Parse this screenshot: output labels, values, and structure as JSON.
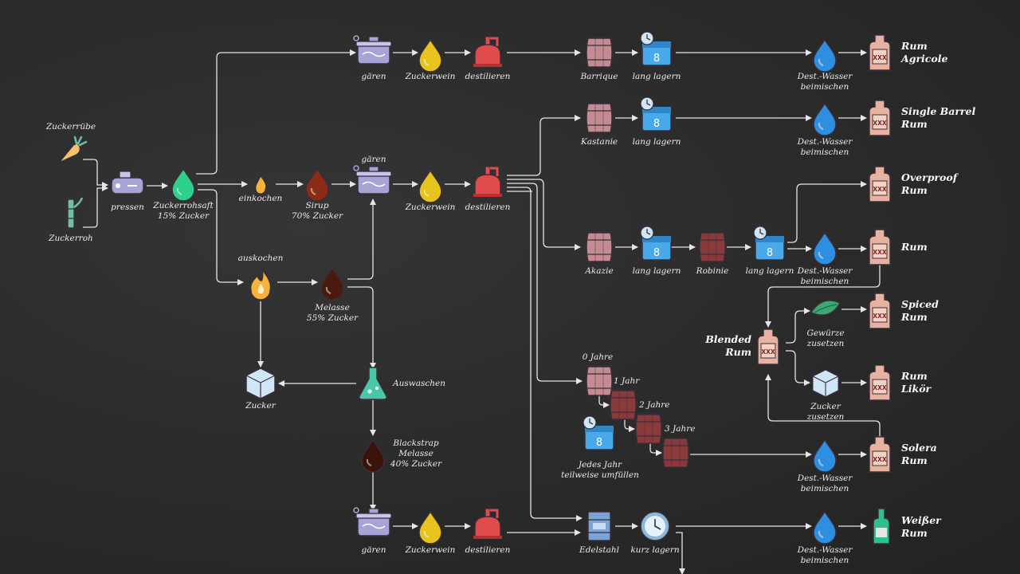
{
  "labels": {
    "zuckerruebe": "Zuckerrübe",
    "zuckerrohr": "Zuckerroh",
    "pressen": "pressen",
    "zuckerrohsaft": "Zuckerrohsaft\n15% Zucker",
    "einkochen": "einkochen",
    "sirup": "Sirup\n70% Zucker",
    "gaeren_top": "gären",
    "zuckerwein_top": "Zuckerwein",
    "destillieren_top": "destilieren",
    "gaeren_mid": "gären",
    "zuckerwein_mid": "Zuckerwein",
    "destillieren_mid": "destilieren",
    "auskochen": "auskochen",
    "melasse": "Melasse\n55% Zucker",
    "zucker": "Zucker",
    "auswaschen": "Auswaschen",
    "blackstrap": "Blackstrap\nMelasse\n40% Zucker",
    "gaeren_bot": "gären",
    "zuckerwein_bot": "Zuckerwein",
    "destillieren_bot": "destilieren",
    "barrique": "Barrique",
    "lang_lagern_1": "lang lagern",
    "kastanie": "Kastanie",
    "lang_lagern_2": "lang lagern",
    "akazie": "Akazie",
    "lang_lagern_3": "lang lagern",
    "robinie": "Robinie",
    "lang_lagern_4": "lang lagern",
    "dest_wasser_1": "Dest.-Wasser\nbeimischen",
    "dest_wasser_2": "Dest.-Wasser\nbeimischen",
    "dest_wasser_3": "Dest.-Wasser\nbeimischen",
    "dest_wasser_4": "Dest.-Wasser\nbeimischen",
    "dest_wasser_5": "Dest.-Wasser\nbeimischen",
    "jahre_0": "0 Jahre",
    "jahre_1": "1 Jahr",
    "jahre_2": "2 Jahre",
    "jahre_3": "3 Jahre",
    "jedes_jahr": "Jedes Jahr\nteilweise umfüllen",
    "gewuerze": "Gewürze\nzusetzen",
    "zucker_zusetzen": "Zucker\nzusetzen",
    "edelstahl": "Edelstahl",
    "kurz_lagern": "kurz lagern"
  },
  "products": {
    "agricole": "Rum\nAgricole",
    "single_barrel": "Single Barrel\nRum",
    "overproof": "Overproof\nRum",
    "rum": "Rum",
    "blended": "Blended\nRum",
    "spiced": "Spiced\nRum",
    "likoer": "Rum\nLikör",
    "solera": "Solera\nRum",
    "weisser": "Weißer\nRum"
  },
  "bottle_mark": "XXX",
  "colors": {
    "line": "#e6e6e6",
    "pot": "#a7a3d6",
    "wine": "#e8c31d",
    "still": "#e04b4b",
    "barrel": "#c58b93",
    "barrel_dark": "#8a3a3a",
    "calendar": "#4aa9e8",
    "water": "#2e8fe0",
    "bottle": "#e8b2a0",
    "juice": "#2fd08a",
    "syrup": "#8a2c14",
    "molasses": "#4a1a0e",
    "sugar": "#cfe6f6",
    "flask": "#49c8a8",
    "herb": "#3aa873",
    "steel": "#7aa3d6",
    "clock": "#89b8d8",
    "flame": "#f7b23b",
    "carrot": "#f4c26a",
    "cane": "#6fc2a0"
  },
  "icons": [
    "carrot-icon",
    "sugarcane-icon",
    "press-icon",
    "juice-drop-icon",
    "flame-icon",
    "syrup-drop-icon",
    "fermenter-icon",
    "wine-drop-icon",
    "still-icon",
    "barrel-icon",
    "calendar-icon",
    "water-drop-icon",
    "bottle-icon",
    "sugar-cube-icon",
    "flask-icon",
    "herb-icon",
    "steel-tank-icon",
    "clock-icon"
  ]
}
